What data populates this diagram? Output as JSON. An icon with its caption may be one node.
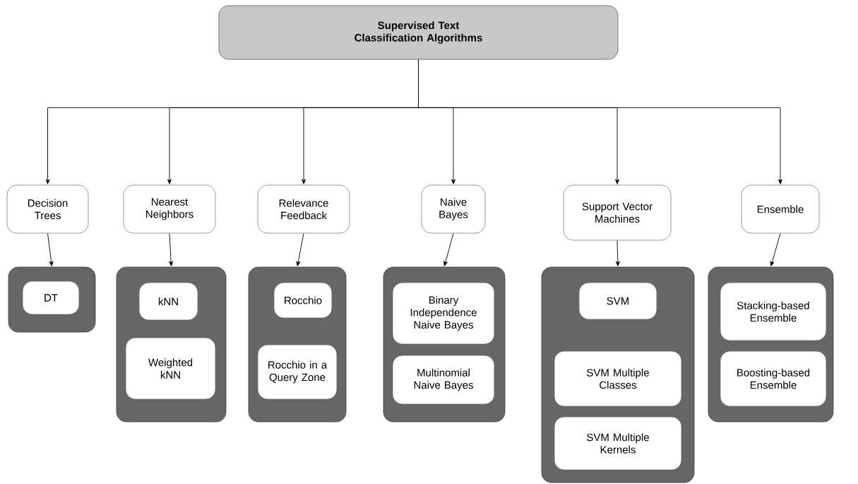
{
  "diagram": {
    "nodes": [
      {
        "text": [
          "Supervised Text Classification Algorithms"
        ]
      },
      {
        "text": [
          "Decision Trees"
        ]
      },
      {
        "text": [
          "Nearest Neighbors"
        ]
      },
      {
        "text": [
          "Relevance Feedback"
        ]
      },
      {
        "text": [
          "Naive Bayes"
        ]
      },
      {
        "text": [
          "Support Vector Machines"
        ]
      },
      {
        "text": [
          "Ensemble"
        ]
      },
      {
        "text": [],
        "shape": "box"
      },
      {
        "text": [
          "DT"
        ],
        "in": 7
      },
      {
        "text": [],
        "shape": "box"
      },
      {
        "text": [
          "kNN"
        ],
        "in": 9
      },
      {
        "text": [
          "Weighted kNN"
        ],
        "in": 9
      },
      {
        "text": [],
        "shape": "box"
      },
      {
        "text": [
          "Rocchio"
        ],
        "in": 12
      },
      {
        "text": [
          "Rocchio in a Query Zone"
        ],
        "in": 12
      },
      {
        "text": [],
        "shape": "box"
      },
      {
        "text": [
          "Binary Independence Naive Bayes"
        ],
        "in": 15
      },
      {
        "text": [
          "Multinomial Naive Bayes"
        ],
        "in": 15
      },
      {
        "text": [],
        "shape": "box"
      },
      {
        "text": [
          "SVM"
        ],
        "in": 18
      },
      {
        "text": [
          "SVM Multiple Classes"
        ],
        "in": 18
      },
      {
        "text": [
          "SVM Multiple Kernels"
        ],
        "in": 18
      },
      {
        "text": [],
        "shape": "box"
      },
      {
        "text": [
          "Stacking-based Ensemble"
        ],
        "in": 22
      },
      {
        "text": [
          "Boosting-based Ensemble"
        ],
        "in": 22
      }
    ],
    "edges": [
      {
        "from": 0,
        "to": 1,
        "arrow": "to"
      },
      {
        "from": 0,
        "to": 2,
        "arrow": "to"
      },
      {
        "from": 0,
        "to": 3,
        "arrow": "to"
      },
      {
        "from": 0,
        "to": 4,
        "arrow": "to"
      },
      {
        "from": 0,
        "to": 5,
        "arrow": "to"
      },
      {
        "from": 0,
        "to": 6,
        "arrow": "to"
      },
      {
        "from": 1,
        "to": 7,
        "arrow": "to"
      },
      {
        "from": 2,
        "to": 9,
        "arrow": "to"
      },
      {
        "from": 3,
        "to": 12,
        "arrow": "to"
      },
      {
        "from": 4,
        "to": 15,
        "arrow": "to"
      },
      {
        "from": 5,
        "to": 18,
        "arrow": "to"
      },
      {
        "from": 6,
        "to": 22,
        "arrow": "to"
      }
    ]
  }
}
